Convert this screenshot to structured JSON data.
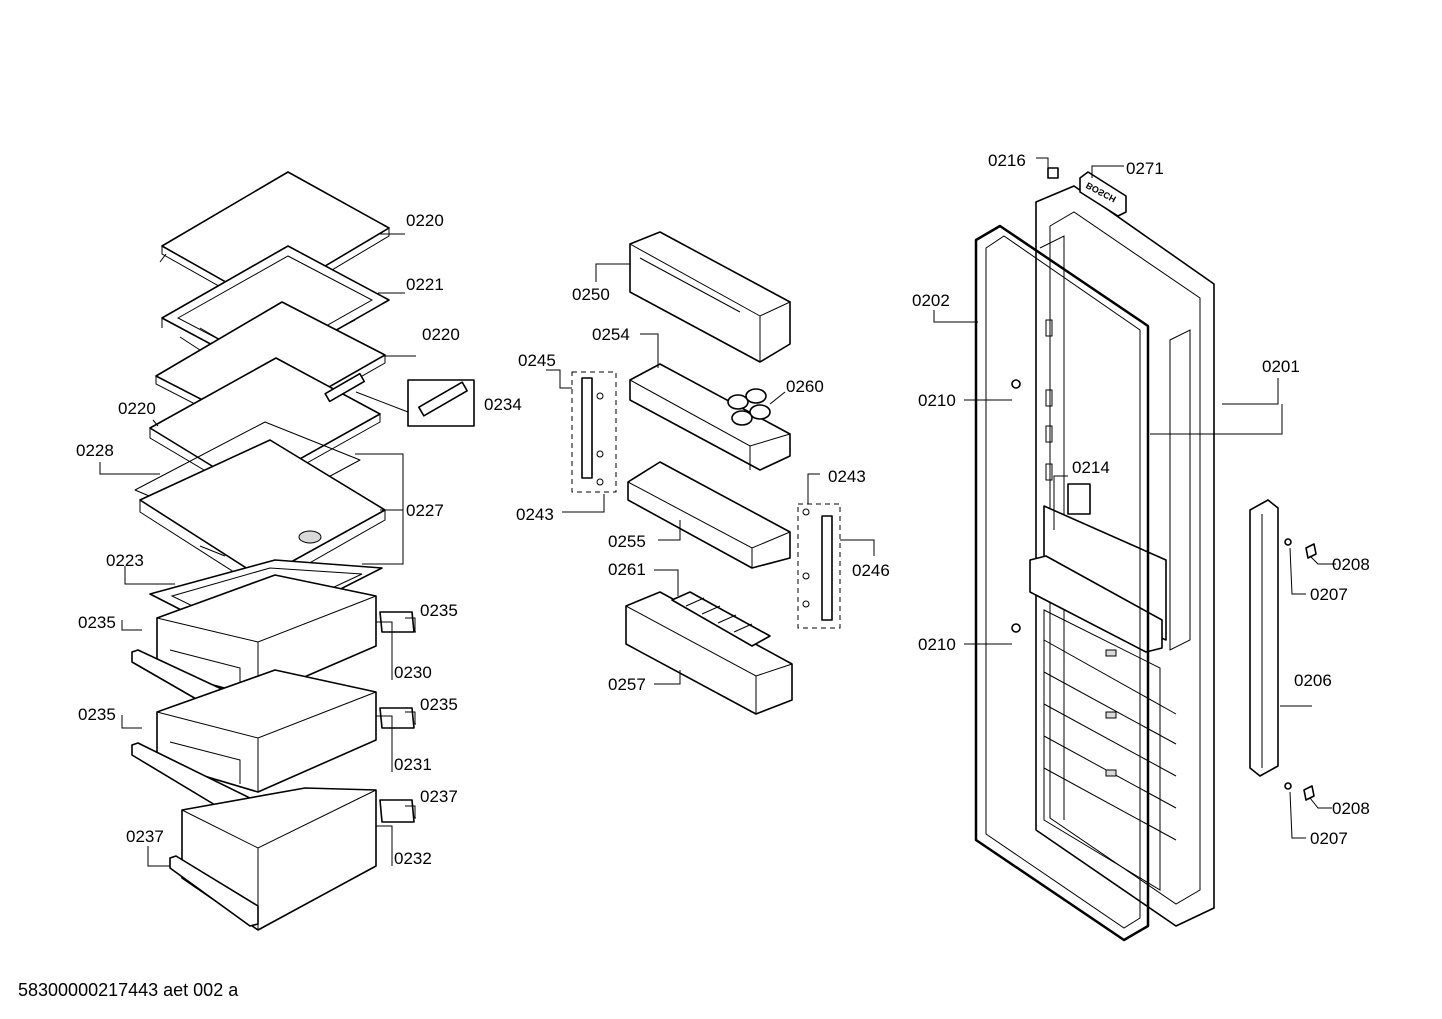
{
  "labels": {
    "p0220a": "0220",
    "p0221": "0221",
    "p0220b": "0220",
    "p0220c": "0220",
    "p0234": "0234",
    "p0228": "0228",
    "p0227": "0227",
    "p0223": "0223",
    "p0235a": "0235",
    "p0235b": "0235",
    "p0230": "0230",
    "p0235c": "0235",
    "p0235d": "0235",
    "p0231": "0231",
    "p0237a": "0237",
    "p0237b": "0237",
    "p0232": "0232",
    "p0250": "0250",
    "p0254": "0254",
    "p0245": "0245",
    "p0260": "0260",
    "p0243a": "0243",
    "p0243b": "0243",
    "p0255": "0255",
    "p0246": "0246",
    "p0261": "0261",
    "p0257": "0257",
    "p0216": "0216",
    "p0271": "0271",
    "p0202": "0202",
    "p0201": "0201",
    "p0210a": "0210",
    "p0214": "0214",
    "p0210b": "0210",
    "p0208a": "0208",
    "p0207a": "0207",
    "p0206": "0206",
    "p0208b": "0208",
    "p0207b": "0207",
    "brand": "BOSCH"
  },
  "footer": "58300000217443 aet 002 a"
}
